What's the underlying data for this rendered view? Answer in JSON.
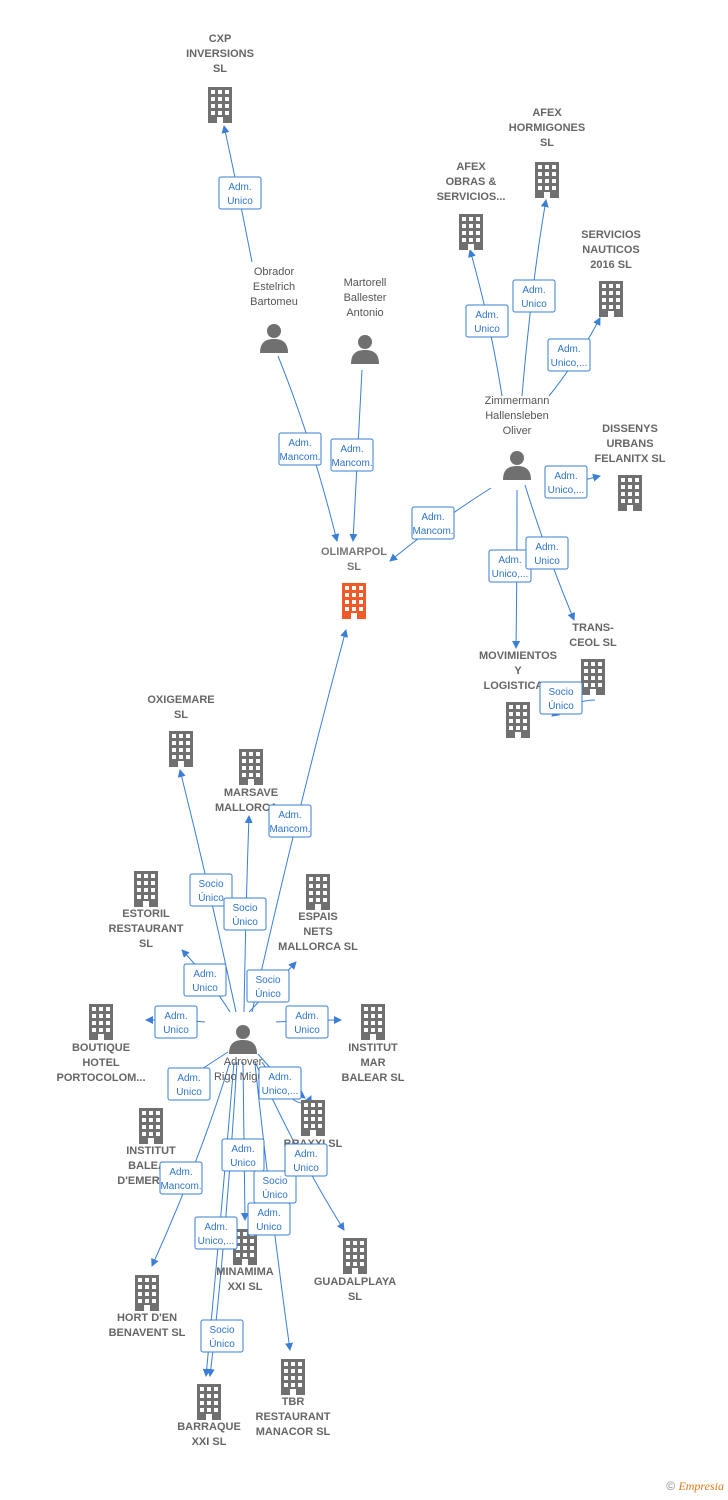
{
  "colors": {
    "edge": "#3a7fd5",
    "node": "#707070",
    "focus": "#f05a28",
    "edge_text": "#2f74c9"
  },
  "nodes": [
    {
      "id": "cxp",
      "kind": "company",
      "label": [
        "CXP",
        "INVERSIONS",
        "SL"
      ]
    },
    {
      "id": "afexh",
      "kind": "company",
      "label": [
        "AFEX",
        "HORMIGONES",
        "SL"
      ]
    },
    {
      "id": "afexo",
      "kind": "company",
      "label": [
        "AFEX",
        "OBRAS &",
        "SERVICIOS..."
      ]
    },
    {
      "id": "serv",
      "kind": "company",
      "label": [
        "SERVICIOS",
        "NAUTICOS",
        "2016  SL"
      ]
    },
    {
      "id": "obr",
      "kind": "person",
      "label": [
        "Obrador",
        "Estelrich",
        "Bartomeu"
      ]
    },
    {
      "id": "mart",
      "kind": "person",
      "label": [
        "Martorell",
        "Ballester",
        "Antonio"
      ]
    },
    {
      "id": "zim",
      "kind": "person",
      "label": [
        "Zimmermann",
        "Hallensleben",
        "Oliver"
      ]
    },
    {
      "id": "diss",
      "kind": "company",
      "label": [
        "DISSENYS",
        "URBANS",
        "FELANITX  SL"
      ]
    },
    {
      "id": "oli",
      "kind": "focus",
      "label": [
        "OLIMARPOL",
        "SL"
      ]
    },
    {
      "id": "trans",
      "kind": "company",
      "label": [
        "TRANS-",
        "CEOL  SL"
      ]
    },
    {
      "id": "movi",
      "kind": "company",
      "label": [
        "MOVIMIENTOS",
        "Y",
        "LOGISTICA..."
      ]
    },
    {
      "id": "oxi",
      "kind": "company",
      "label": [
        "OXIGEMARE",
        "SL"
      ]
    },
    {
      "id": "mars",
      "kind": "company",
      "label": [
        "MARSAVE",
        "MALLORCA..."
      ]
    },
    {
      "id": "esto",
      "kind": "company",
      "label": [
        "ESTORIL",
        "RESTAURANT",
        "SL"
      ]
    },
    {
      "id": "espa",
      "kind": "company",
      "label": [
        "ESPAIS",
        "NETS",
        "MALLORCA SL"
      ]
    },
    {
      "id": "bout",
      "kind": "company",
      "label": [
        "BOUTIQUE",
        "HOTEL",
        "PORTOCOLOM..."
      ]
    },
    {
      "id": "adro",
      "kind": "person",
      "label": [
        "Adrover",
        "Rigo Miguel"
      ]
    },
    {
      "id": "imar",
      "kind": "company",
      "label": [
        "INSTITUT",
        "MAR",
        "BALEAR SL"
      ]
    },
    {
      "id": "ibal",
      "kind": "company",
      "label": [
        "INSTITUT",
        "BALEAR",
        "D'EMERGE..."
      ]
    },
    {
      "id": "brxxi",
      "kind": "company",
      "label": [
        "BRAXXI  SL"
      ]
    },
    {
      "id": "mina",
      "kind": "company",
      "label": [
        "MINAMIMA",
        "XXI  SL"
      ]
    },
    {
      "id": "guad",
      "kind": "company",
      "label": [
        "GUADALPLAYA",
        "SL"
      ]
    },
    {
      "id": "hort",
      "kind": "company",
      "label": [
        "HORT D'EN",
        "BENAVENT  SL"
      ]
    },
    {
      "id": "barr",
      "kind": "company",
      "label": [
        "BARRAQUE",
        "XXI  SL"
      ]
    },
    {
      "id": "tbr",
      "kind": "company",
      "label": [
        "TBR",
        "RESTAURANT",
        "MANACOR SL"
      ]
    }
  ],
  "edges": [
    {
      "from": "obr",
      "to": "cxp",
      "label": [
        "Adm.",
        "Unico"
      ]
    },
    {
      "from": "obr",
      "to": "oli",
      "label": [
        "Adm.",
        "Mancom."
      ]
    },
    {
      "from": "mart",
      "to": "oli",
      "label": [
        "Adm.",
        "Mancom."
      ]
    },
    {
      "from": "zim",
      "to": "afexo",
      "label": [
        "Adm.",
        "Unico"
      ]
    },
    {
      "from": "zim",
      "to": "afexh",
      "label": [
        "Adm.",
        "Unico"
      ]
    },
    {
      "from": "zim",
      "to": "serv",
      "label": [
        "Adm.",
        "Unico,..."
      ]
    },
    {
      "from": "zim",
      "to": "diss",
      "label": [
        "Adm.",
        "Unico,..."
      ]
    },
    {
      "from": "zim",
      "to": "oli",
      "label": [
        "Adm.",
        "Mancom."
      ]
    },
    {
      "from": "zim",
      "to": "movi",
      "label": [
        "Adm.",
        "Unico,..."
      ]
    },
    {
      "from": "zim",
      "to": "trans",
      "label": [
        "Adm.",
        "Unico"
      ]
    },
    {
      "from": "trans",
      "to": "movi",
      "label": [
        "Socio",
        "Único"
      ]
    },
    {
      "from": "adro",
      "to": "oli",
      "label": [
        "Adm.",
        "Mancom."
      ]
    },
    {
      "from": "adro",
      "to": "oxi",
      "label": [
        "Socio",
        "Único"
      ]
    },
    {
      "from": "adro",
      "to": "mars",
      "label": [
        "Socio",
        "Único"
      ]
    },
    {
      "from": "adro",
      "to": "esto",
      "label": [
        "Adm.",
        "Unico"
      ]
    },
    {
      "from": "adro",
      "to": "espa",
      "label": [
        "Socio",
        "Único"
      ]
    },
    {
      "from": "adro",
      "to": "bout",
      "label": [
        "Adm.",
        "Unico"
      ]
    },
    {
      "from": "adro",
      "to": "imar",
      "label": [
        "Adm.",
        "Unico"
      ]
    },
    {
      "from": "adro",
      "to": "ibal",
      "label": [
        "Adm.",
        "Unico"
      ]
    },
    {
      "from": "adro",
      "to": "brxxi",
      "label": [
        "Adm.",
        "Unico,..."
      ]
    },
    {
      "from": "adro",
      "to": "hort",
      "label": [
        "Adm.",
        "Mancom."
      ]
    },
    {
      "from": "adro",
      "to": "mina",
      "label": [
        "Adm.",
        "Unico"
      ]
    },
    {
      "from": "adro",
      "to": "guad",
      "label": [
        "Adm.",
        "Unico"
      ]
    },
    {
      "from": "adro",
      "to": "barr",
      "label": [
        "Adm.",
        "Unico,..."
      ]
    },
    {
      "from": "adro",
      "to": "tbr",
      "label": [
        "Socio",
        "Único"
      ]
    },
    {
      "from": "adro",
      "to": "brxxi",
      "label": [
        "Adm.",
        "Unico"
      ]
    },
    {
      "from": "adro",
      "to": "barr",
      "label": [
        "Socio",
        "Único"
      ]
    }
  ],
  "footer": {
    "copyright": "©",
    "brand": "Empresia"
  }
}
